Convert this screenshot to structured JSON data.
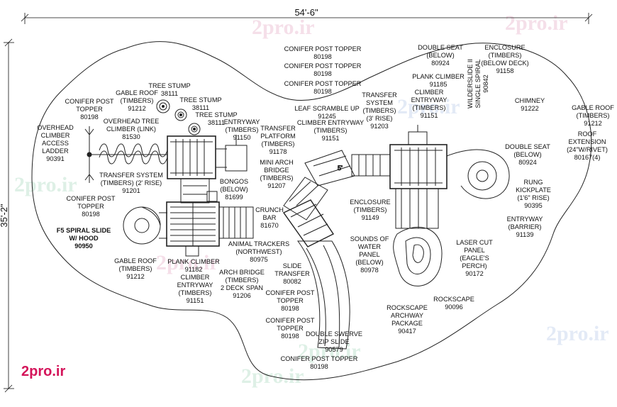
{
  "dimensions": {
    "width_label": "54'-6\"",
    "height_label": "35'-2\""
  },
  "watermark": "2pro.ir",
  "logo": "2pro.ir",
  "labels": [
    [
      "CONIFER POST TOPPER",
      "80198"
    ],
    [
      "CONIFER POST TOPPER",
      "80198"
    ],
    [
      "CONIFER POST TOPPER",
      "80198"
    ],
    [
      "DOUBLE SEAT",
      "(BELOW)",
      "80924"
    ],
    [
      "ENCLOSURE",
      "(TIMBERS)",
      "(BELOW DECK)",
      "91158"
    ],
    [
      "PLANK CLIMBER",
      "91185"
    ],
    [
      "CLIMBER",
      "ENTRYWAY",
      "(TIMBERS)",
      "91151"
    ],
    [
      "WILDERSLIDE II",
      "SINGLE SPIRAL",
      "90842"
    ],
    [
      "CHIMNEY",
      "91222"
    ],
    [
      "GABLE ROOF",
      "(TIMBERS)",
      "91212"
    ],
    [
      "ROOF",
      "EXTENSION",
      "(24\"W/RIVET)",
      "80167(4)"
    ],
    [
      "DOUBLE SEAT",
      "(BELOW)",
      "80924"
    ],
    [
      "RUNG",
      "KICKPLATE",
      "(1'6\" RISE)",
      "90395"
    ],
    [
      "ENTRYWAY",
      "(BARRIER)",
      "91139"
    ],
    [
      "LASER CUT",
      "PANEL",
      "(EAGLE'S",
      "PERCH)",
      "90172"
    ],
    [
      "ROCKSCAPE",
      "90096"
    ],
    [
      "ROCKSCAPE",
      "ARCHWAY",
      "PACKAGE",
      "90417"
    ],
    [
      "DOUBLE SWERVE",
      "ZIP SLIDE",
      "90579"
    ],
    [
      "CONIFER POST TOPPER",
      "80198"
    ],
    [
      "CONIFER POST",
      "TOPPER",
      "80198"
    ],
    [
      "CONIFER POST",
      "TOPPER",
      "80198"
    ],
    [
      "SLIDE",
      "TRANSFER",
      "80082"
    ],
    [
      "SOUNDS OF",
      "WATER",
      "PANEL",
      "(BELOW)",
      "80978"
    ],
    [
      "ENCLOSURE",
      "(TIMBERS)",
      "91149"
    ],
    [
      "TRANSFER",
      "SYSTEM",
      "(TIMBERS)",
      "(3' RISE)",
      "91203"
    ],
    [
      "LEAF SCRAMBLE UP",
      "91245"
    ],
    [
      "CLIMBER ENTRYWAY",
      "(TIMBERS)",
      "91151"
    ],
    [
      "TRANSFER",
      "PLATFORM",
      "(TIMBERS)",
      "91178"
    ],
    [
      "MINI ARCH",
      "BRIDGE",
      "(TIMBERS)",
      "91207"
    ],
    [
      "CRUNCH",
      "BAR",
      "81670"
    ],
    [
      "BONGOS",
      "(BELOW)",
      "81699"
    ],
    [
      "ANIMAL TRACKERS",
      "(NORTHWEST)",
      "80975"
    ],
    [
      "ARCH BRIDGE",
      "(TIMBERS)",
      "2 DECK SPAN",
      "91206"
    ],
    [
      "CLIMBER",
      "ENTRYWAY",
      "(TIMBERS)",
      "91151"
    ],
    [
      "PLANK CLIMBER",
      "91182"
    ],
    [
      "GABLE ROOF",
      "(TIMBERS)",
      "91212"
    ],
    [
      "F5 SPIRAL SLIDE",
      "W/ HOOD",
      "90950"
    ],
    [
      "CONIFER POST",
      "TOPPER",
      "80198"
    ],
    [
      "TRANSFER SYSTEM",
      "(TIMBERS) (2' RISE)",
      "91201"
    ],
    [
      "OVERHEAD",
      "CLIMBER",
      "ACCESS",
      "LADDER",
      "90391"
    ],
    [
      "CONIFER POST",
      "TOPPER",
      "80198"
    ],
    [
      "GABLE ROOF",
      "(TIMBERS)",
      "91212"
    ],
    [
      "OVERHEAD TREE",
      "CLIMBER (LINK)",
      "81530"
    ],
    [
      "TREE STUMP",
      "38111"
    ],
    [
      "TREE STUMP",
      "38111"
    ],
    [
      "TREE STUMP",
      "38111"
    ],
    [
      "ENTRYWAY",
      "(TIMBERS)",
      "91150"
    ]
  ]
}
